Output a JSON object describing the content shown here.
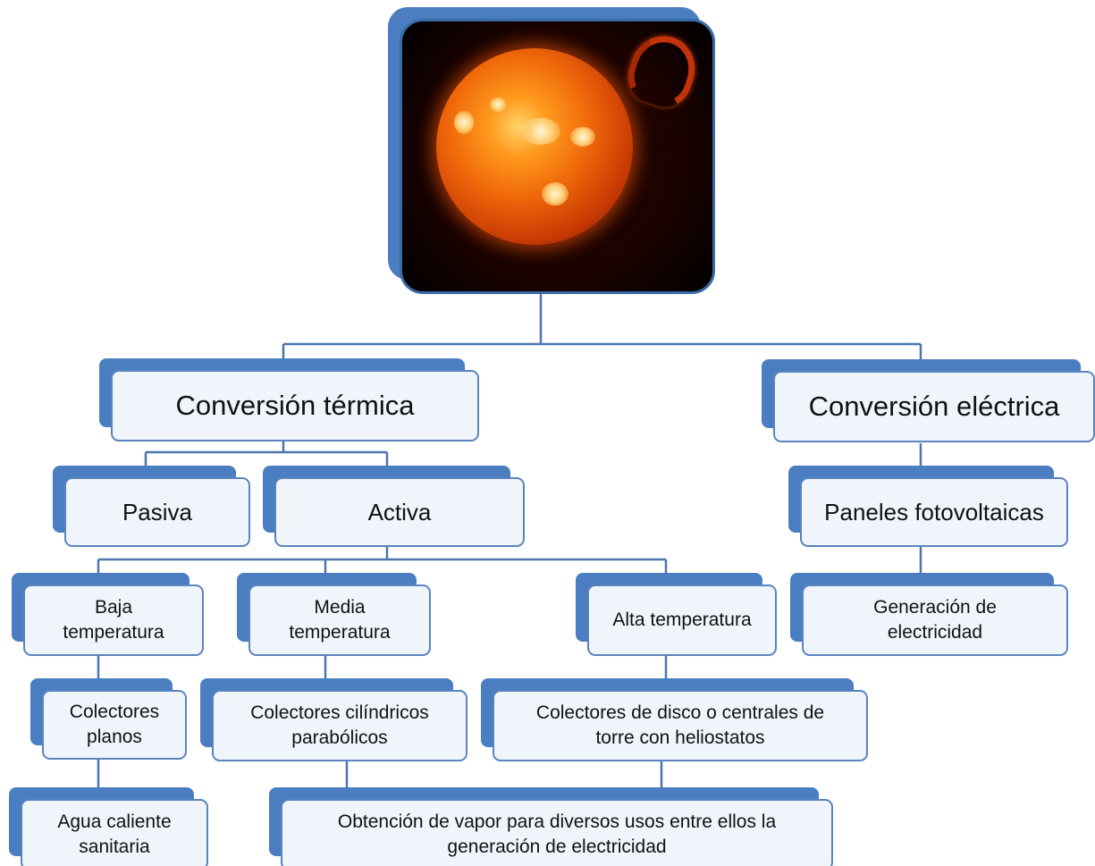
{
  "image": {
    "icon": "sun-photo"
  },
  "level1": {
    "thermal": "Conversión térmica",
    "electric": "Conversión eléctrica"
  },
  "level2": {
    "passive": "Pasiva",
    "active": "Activa",
    "pv_panels": "Paneles fotovoltaicas"
  },
  "level3": {
    "low_temp": "Baja\ntemperatura",
    "medium_temp": "Media\ntemperatura",
    "high_temp": "Alta temperatura",
    "electricity_generation": "Generación de\nelectricidad"
  },
  "level4": {
    "flat_collectors": "Colectores\nplanos",
    "parabolic_collectors": "Colectores cilíndricos\nparabólicos",
    "dish_tower_collectors": "Colectores de disco o centrales de\ntorre con heliostatos"
  },
  "level5": {
    "hot_water": "Agua caliente\nsanitaria",
    "steam_uses": "Obtención de vapor para diversos usos entre ellos la\ngeneración de electricidad"
  },
  "colors": {
    "line": "#4d76ab",
    "shadow": "#4a7ec0",
    "box_fill": "#f0f5fc",
    "box_border": "#5a84bd"
  }
}
